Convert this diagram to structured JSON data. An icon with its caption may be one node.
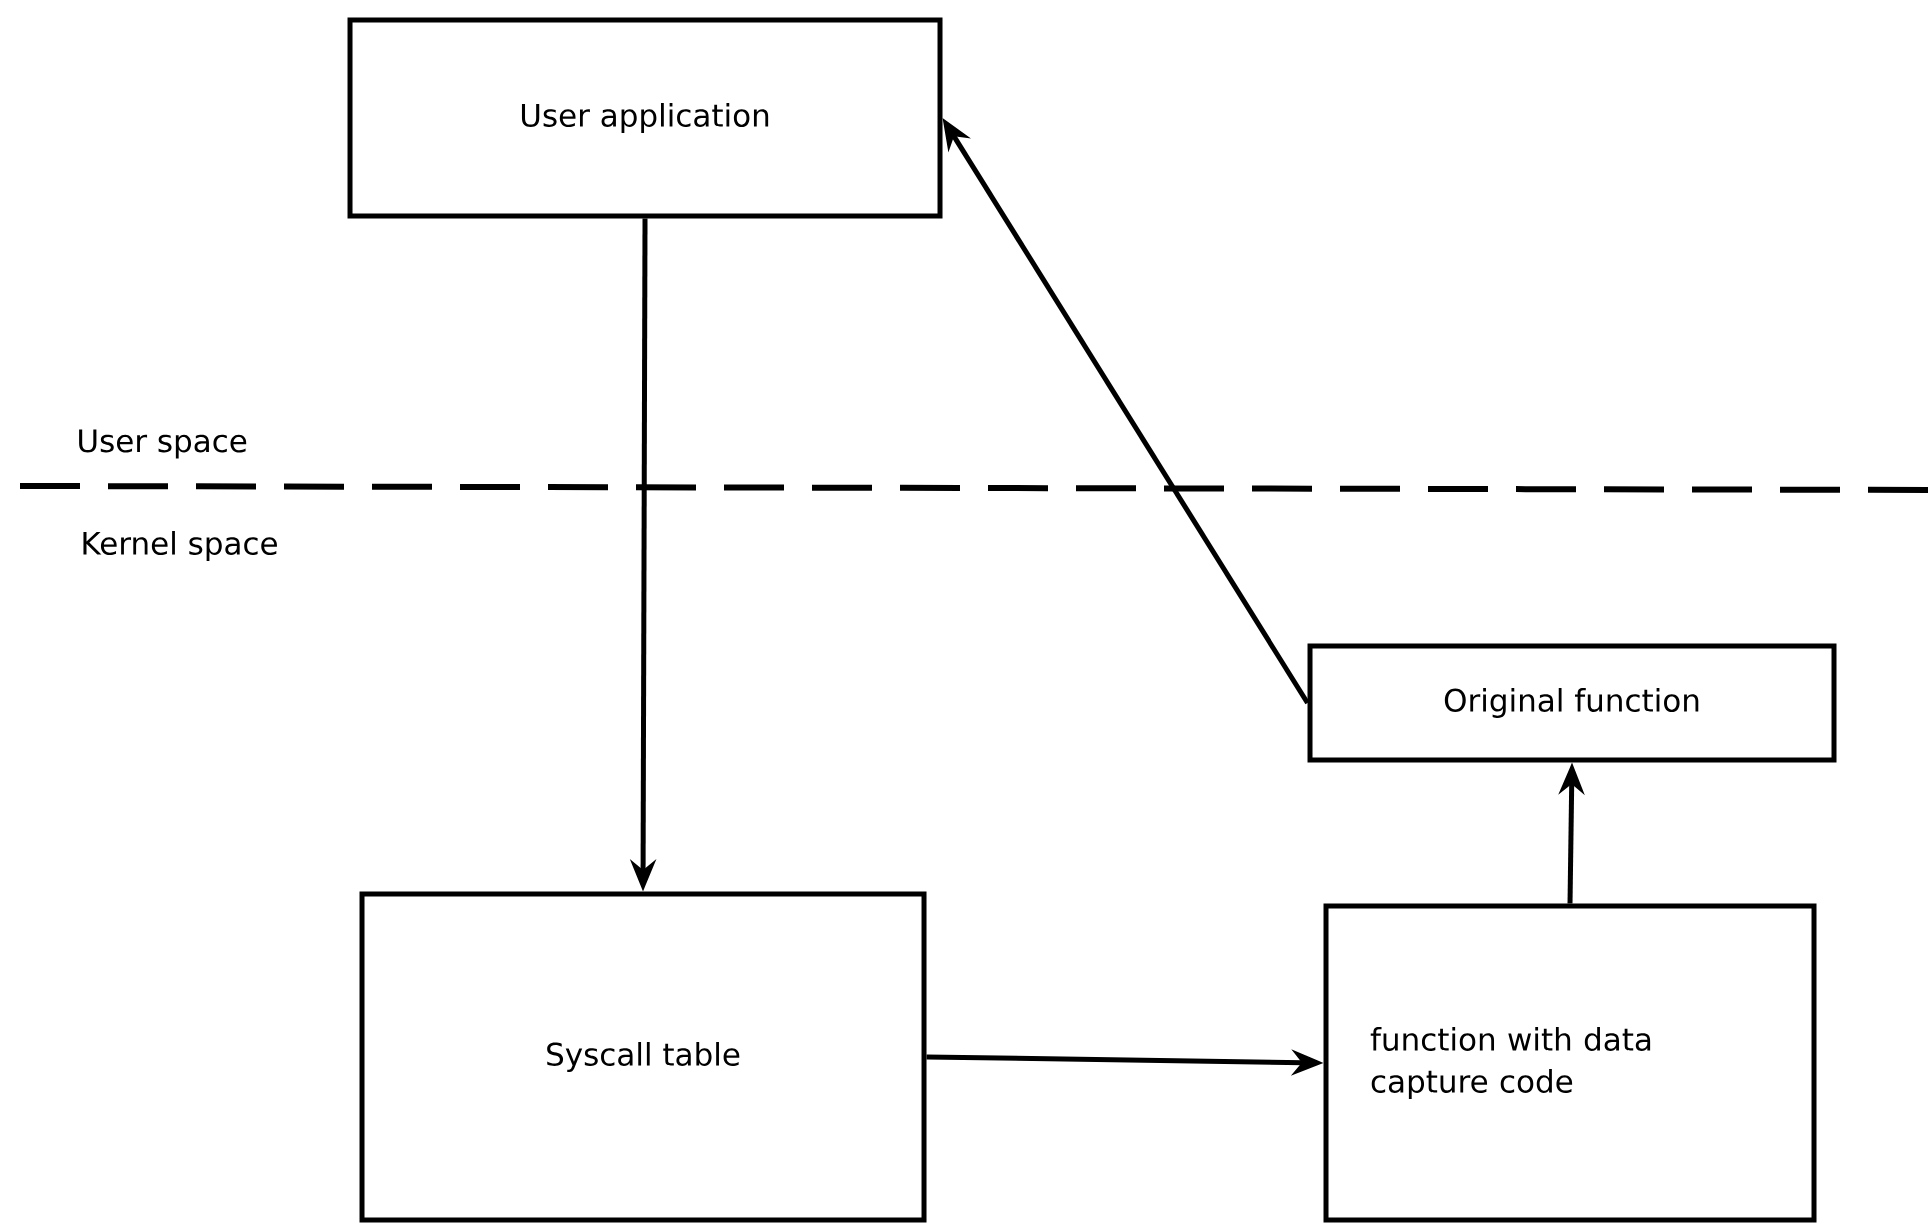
{
  "diagram": {
    "nodes": [
      {
        "text": [
          "User application"
        ]
      },
      {
        "text": [
          "Original function"
        ]
      },
      {
        "text": [
          "Syscall table"
        ]
      },
      {
        "text": [
          "function with data capture code"
        ]
      }
    ],
    "edges": [
      {
        "from": 0,
        "to": 2,
        "arrow": "to"
      },
      {
        "from": 2,
        "to": 3,
        "arrow": "to"
      },
      {
        "from": 3,
        "to": 1,
        "arrow": "to"
      },
      {
        "from": 1,
        "to": 0,
        "arrow": "to"
      }
    ],
    "labels": [
      "User space",
      "Kernel space"
    ]
  }
}
